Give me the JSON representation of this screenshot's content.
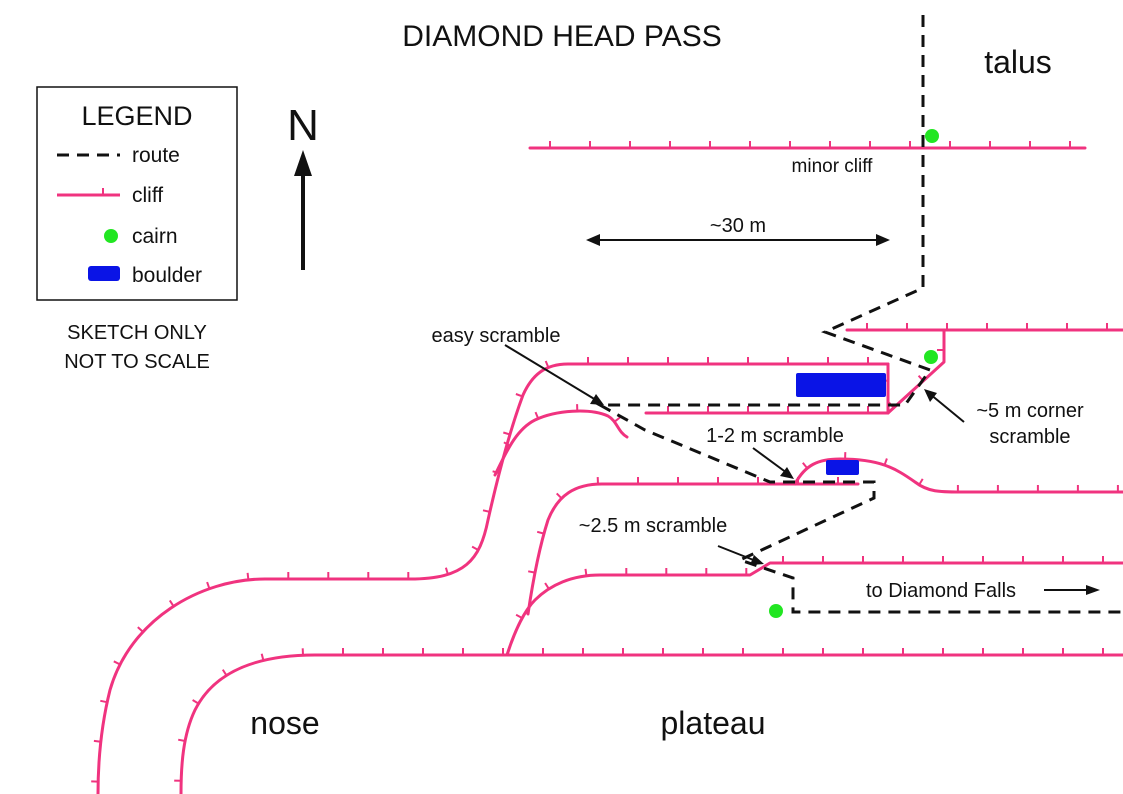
{
  "title": "DIAMOND HEAD PASS",
  "north_label": "N",
  "legend": {
    "title": "LEGEND",
    "items": [
      {
        "symbol": "route",
        "label": "route"
      },
      {
        "symbol": "cliff",
        "label": "cliff"
      },
      {
        "symbol": "cairn",
        "label": "cairn"
      },
      {
        "symbol": "boulder",
        "label": "boulder"
      }
    ]
  },
  "disclaimer": [
    "SKETCH ONLY",
    "NOT TO SCALE"
  ],
  "labels": {
    "talus": "talus",
    "minor_cliff": "minor cliff",
    "distance": "~30 m",
    "easy_scramble": "easy scramble",
    "corner_scramble_1": "~5 m corner",
    "corner_scramble_2": "scramble",
    "small_scramble": "1-2 m scramble",
    "scramble_25": "~2.5 m scramble",
    "to_falls": "to Diamond Falls",
    "nose": "nose",
    "plateau": "plateau"
  },
  "colors": {
    "cliff": "#f0337f",
    "route": "#111111",
    "cairn": "#22e622",
    "boulder": "#0a14e6"
  }
}
